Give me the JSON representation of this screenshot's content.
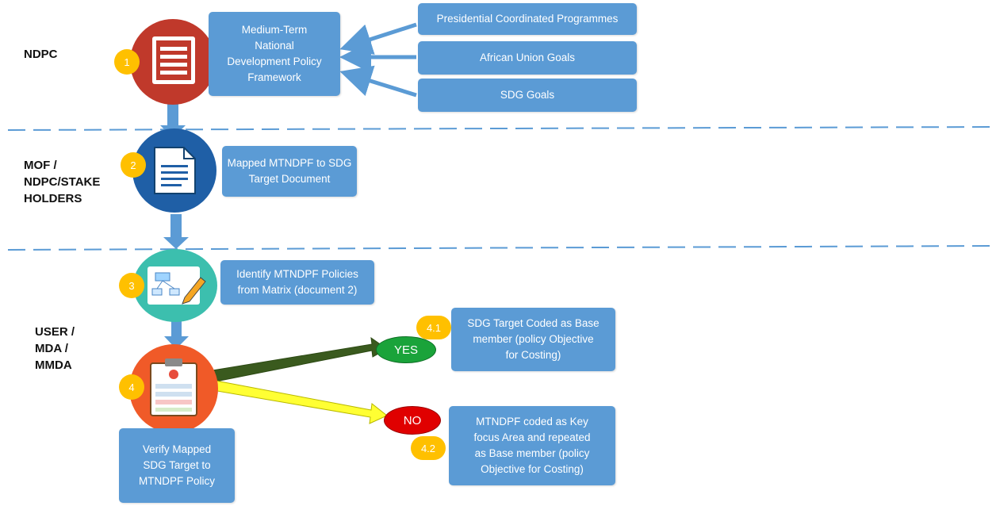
{
  "lanes": {
    "ndpc": "NDPC",
    "mof": "MOF /\nNDPC/STAKE\nHOLDERS",
    "user": "USER /\nMDA /\nMMDA"
  },
  "steps": {
    "s1": {
      "badge": "1",
      "box": "Medium-Term\nNational\nDevelopment Policy\nFramework"
    },
    "s2": {
      "badge": "2",
      "box": "Mapped MTNDPF to SDG\nTarget Document"
    },
    "s3": {
      "badge": "3",
      "box": "Identify MTNDPF Policies\nfrom Matrix (document 2)"
    },
    "s4": {
      "badge": "4",
      "box": "Verify Mapped\nSDG Target to\nMTNDPF Policy"
    },
    "s41": {
      "badge": "4.1",
      "box": "SDG Target Coded as Base\nmember (policy Objective\nfor Costing)"
    },
    "s42": {
      "badge": "4.2",
      "box": "MTNDPF coded as Key\nfocus Area and repeated\nas Base member (policy\nObjective for Costing)"
    }
  },
  "inputs": {
    "presidential": "Presidential Coordinated Programmes",
    "au": "African Union Goals",
    "sdg": "SDG Goals"
  },
  "decisions": {
    "yes": "YES",
    "no": "NO"
  },
  "colors": {
    "box": "#5b9bd5",
    "badge": "#ffc000",
    "circle1": "#c0392b",
    "circle2": "#1f5fa6",
    "circle3": "#3cbfae",
    "circle4": "#f05a28",
    "yes_arrow": "#3a5a1e",
    "no_arrow": "#ffff33",
    "yes": "#1aa33a",
    "no": "#e00000",
    "divider": "#5b9bd5"
  }
}
